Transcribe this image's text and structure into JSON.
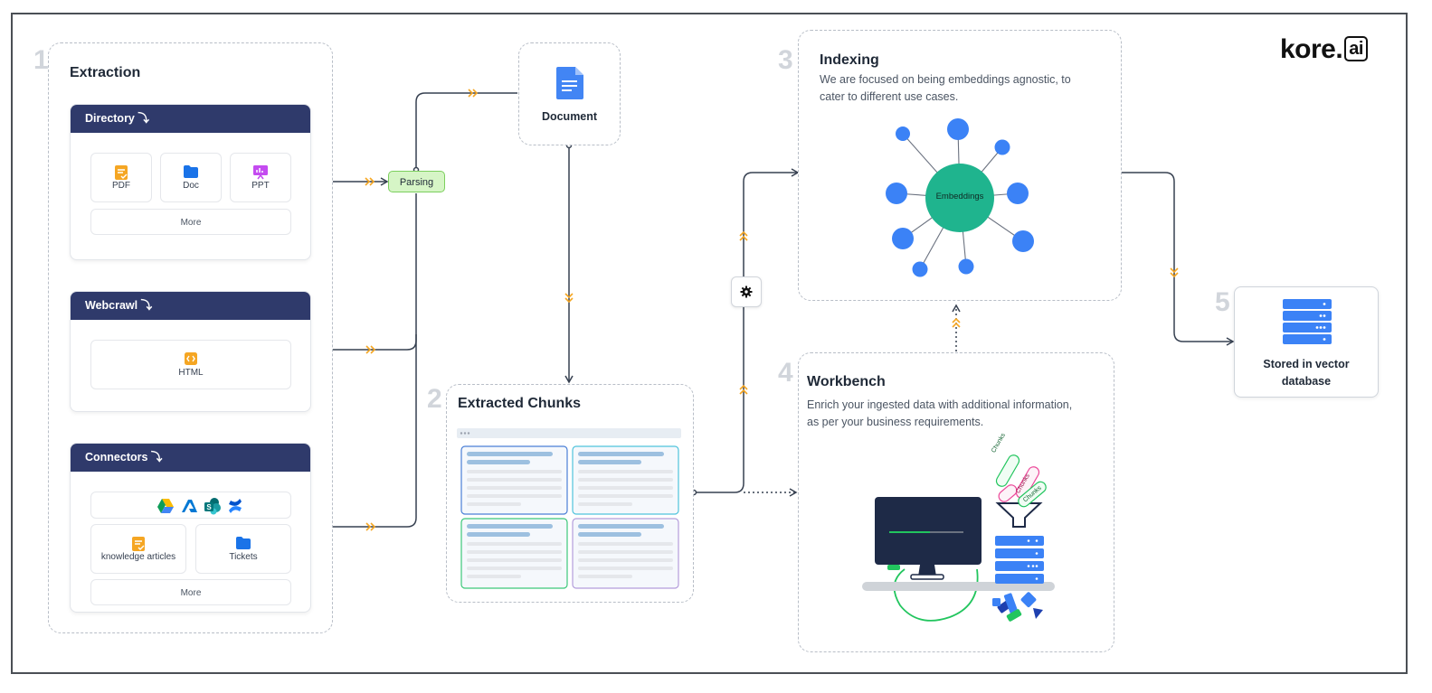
{
  "brand": {
    "logo_main": "kore.",
    "logo_box": "ai"
  },
  "extraction": {
    "step": "1",
    "title": "Extraction",
    "directory": {
      "title": "Directory ⤵",
      "items": [
        "PDF",
        "Doc",
        "PPT"
      ],
      "more": "More"
    },
    "webcrawl": {
      "title": "Webcrawl ⤵",
      "items": [
        "HTML"
      ]
    },
    "connectors": {
      "title": "Connectors ⤵",
      "items": [
        "knowledge articles",
        "Tickets"
      ],
      "more": "More",
      "apps": [
        "google-drive-icon",
        "azure-icon",
        "sharepoint-icon",
        "confluence-icon"
      ]
    }
  },
  "parsing": {
    "label": "Parsing"
  },
  "document": {
    "label": "Document"
  },
  "chunks": {
    "step": "2",
    "title": "Extracted Chunks"
  },
  "indexing": {
    "step": "3",
    "title": "Indexing",
    "desc_line1": "We are focused on being embeddings agnostic, to",
    "desc_line2": "cater to different use cases.",
    "hub_label": "Embeddings"
  },
  "workbench": {
    "step": "4",
    "title": "Workbench",
    "desc_line1": "Enrich your ingested data with additional information,",
    "desc_line2": "as per your business requirements.",
    "tags": [
      "Chunks",
      "Chunks",
      "Chunks"
    ]
  },
  "storage": {
    "step": "5",
    "label_line1": "Stored in vector",
    "label_line2": "database"
  },
  "colors": {
    "navy": "#2f3a6b",
    "blue": "#4285f4",
    "teal": "#1fb48e",
    "orange": "#f5a623",
    "green": "#22c55e",
    "line": "#374151"
  }
}
